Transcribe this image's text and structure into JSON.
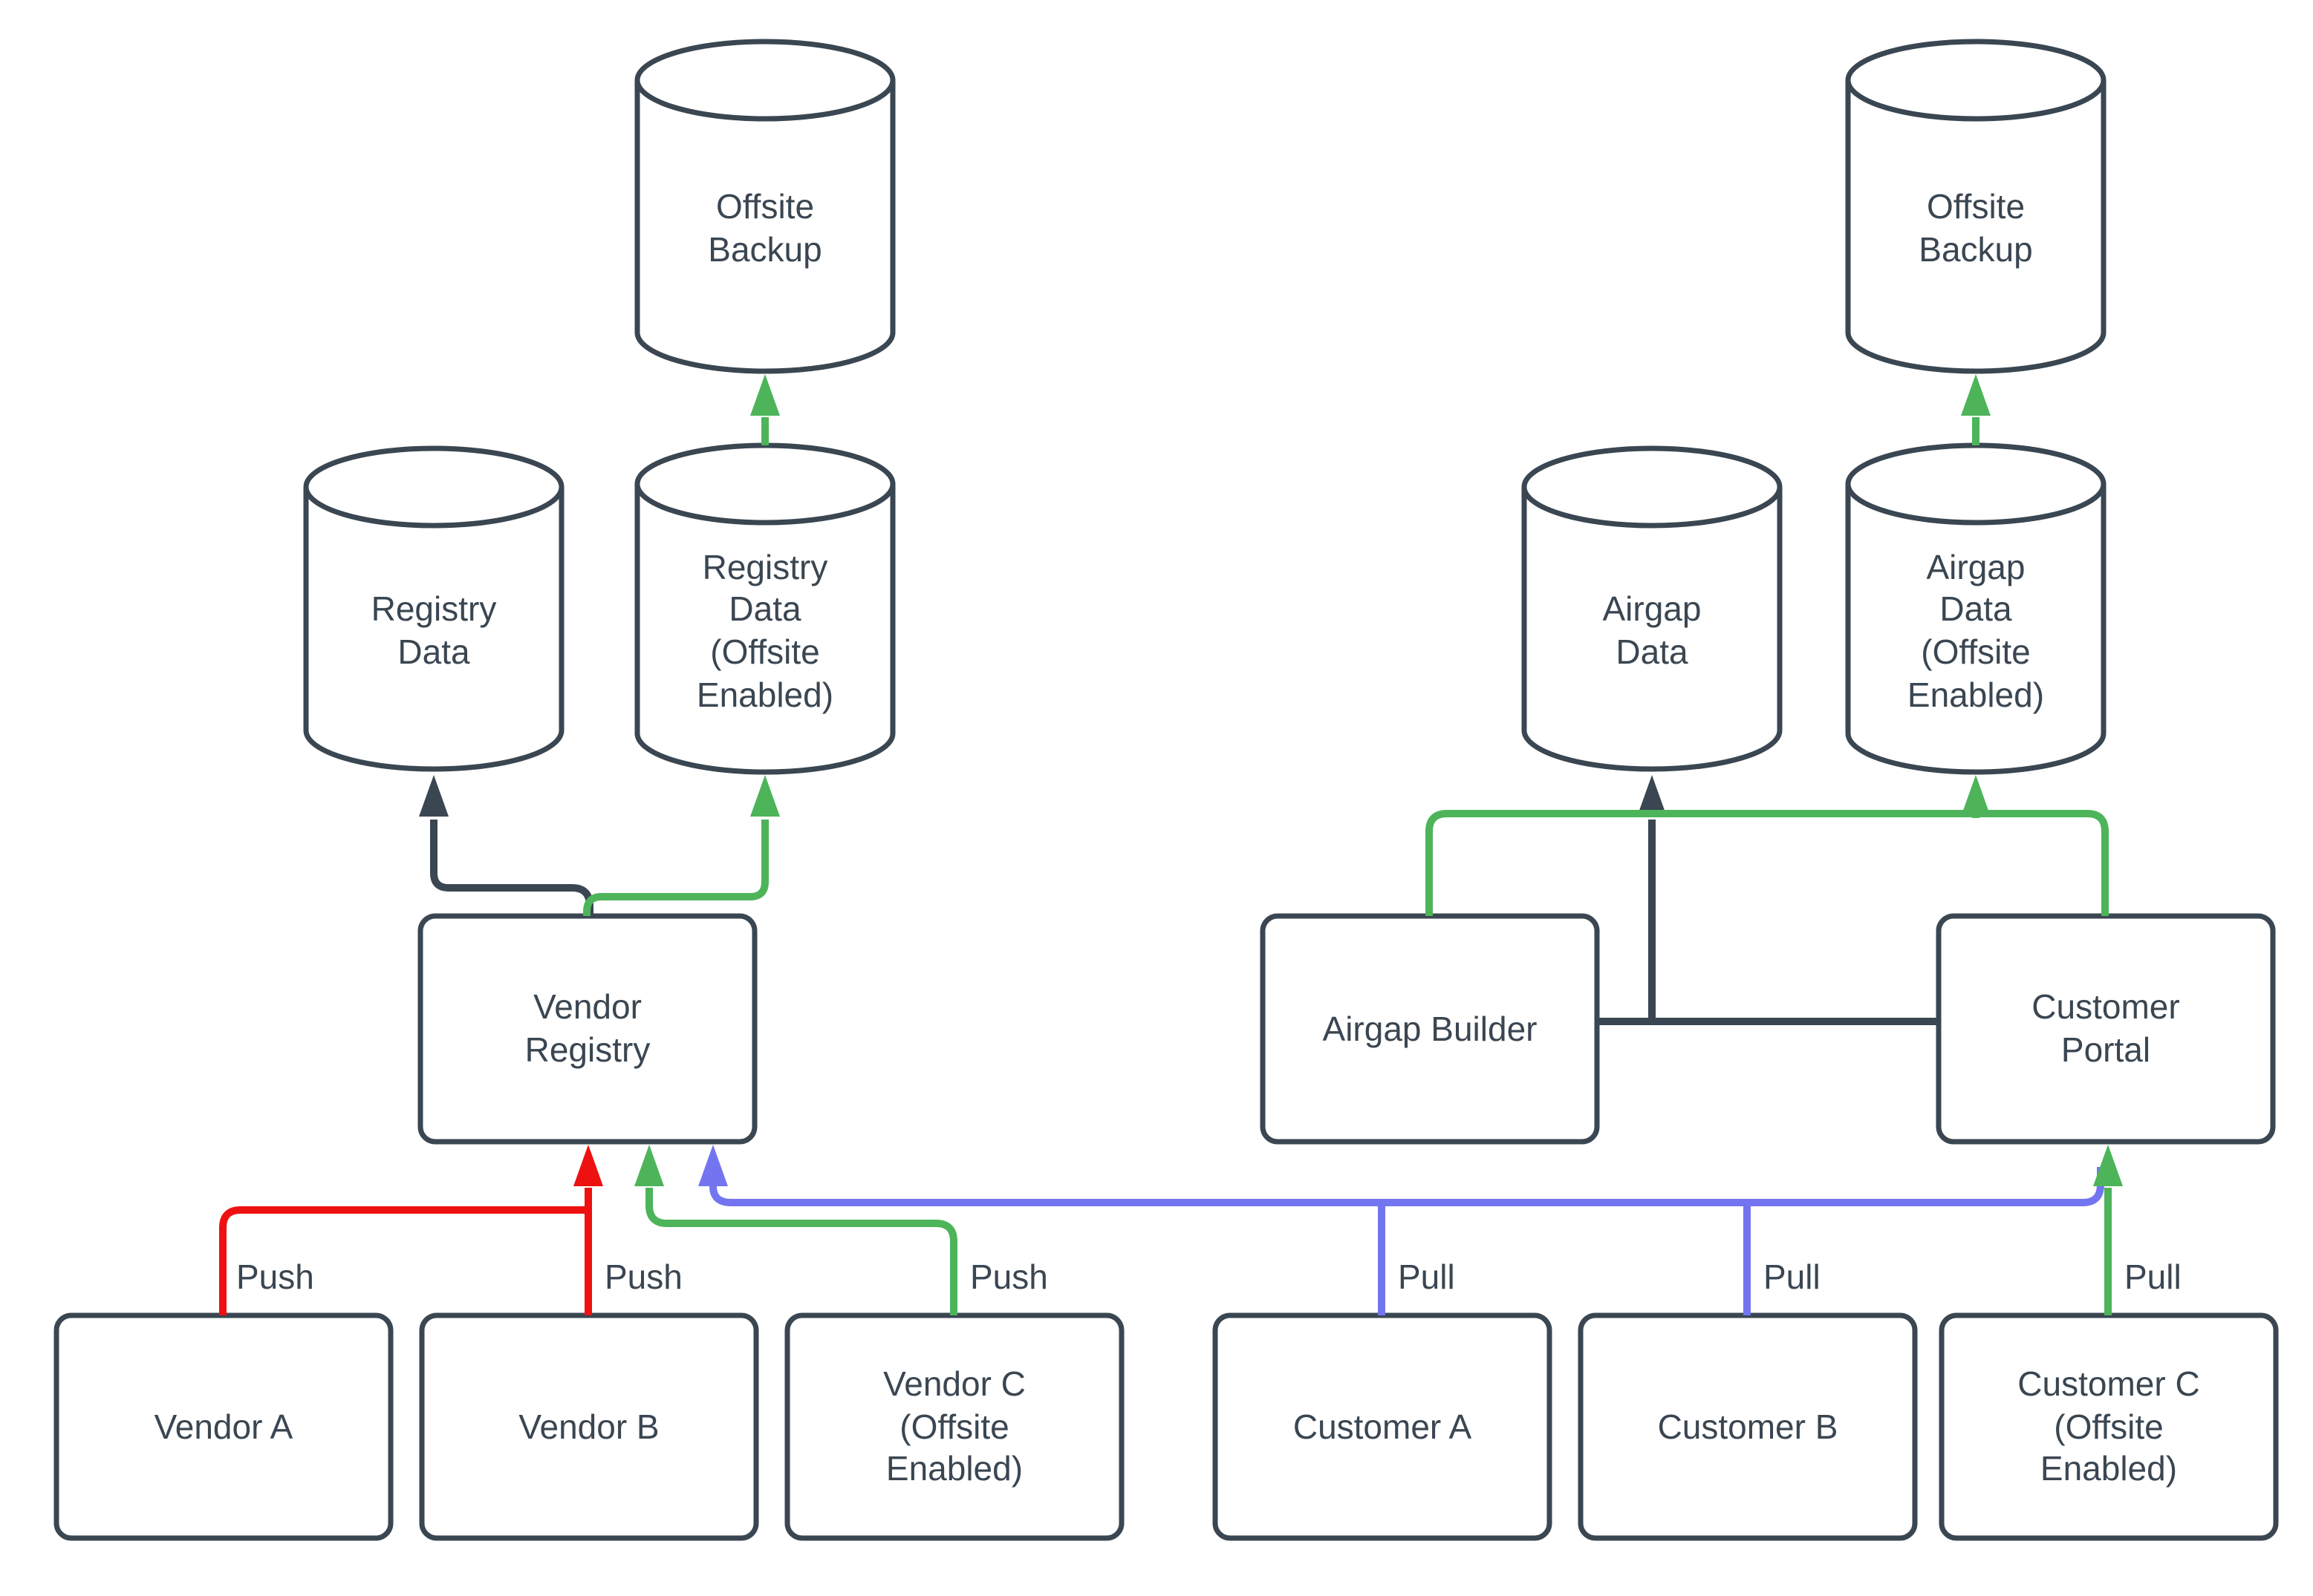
{
  "theme": {
    "ink": "#3a4651",
    "green": "#4db45a",
    "red": "#ee1111",
    "blue": "#7375f0",
    "bg": "#ffffff"
  },
  "diagram": {
    "nodes": {
      "offsite_backup_left": {
        "label": "Offsite Backup",
        "shape": "cylinder"
      },
      "registry_data": {
        "label": "Registry Data",
        "shape": "cylinder"
      },
      "registry_data_offsite": {
        "label": "Registry Data (Offsite Enabled)",
        "shape": "cylinder"
      },
      "vendor_registry": {
        "label": "Vendor Registry",
        "shape": "rect"
      },
      "vendor_a": {
        "label": "Vendor A",
        "shape": "rect"
      },
      "vendor_b": {
        "label": "Vendor B",
        "shape": "rect"
      },
      "vendor_c": {
        "label": "Vendor C (Offsite Enabled)",
        "shape": "rect"
      },
      "airgap_data": {
        "label": "Airgap Data",
        "shape": "cylinder"
      },
      "airgap_data_offsite": {
        "label": "Airgap Data (Offsite Enabled)",
        "shape": "cylinder"
      },
      "offsite_backup_right": {
        "label": "Offsite Backup",
        "shape": "cylinder"
      },
      "airgap_builder": {
        "label": "Airgap Builder",
        "shape": "rect"
      },
      "customer_portal": {
        "label": "Customer Portal",
        "shape": "rect"
      },
      "customer_a": {
        "label": "Customer A",
        "shape": "rect"
      },
      "customer_b": {
        "label": "Customer B",
        "shape": "rect"
      },
      "customer_c": {
        "label": "Customer C (Offsite Enabled)",
        "shape": "rect"
      }
    },
    "edge_labels": {
      "push_a": "Push",
      "push_b": "Push",
      "push_c": "Push",
      "pull_a": "Pull",
      "pull_b": "Pull",
      "pull_c": "Pull"
    }
  }
}
